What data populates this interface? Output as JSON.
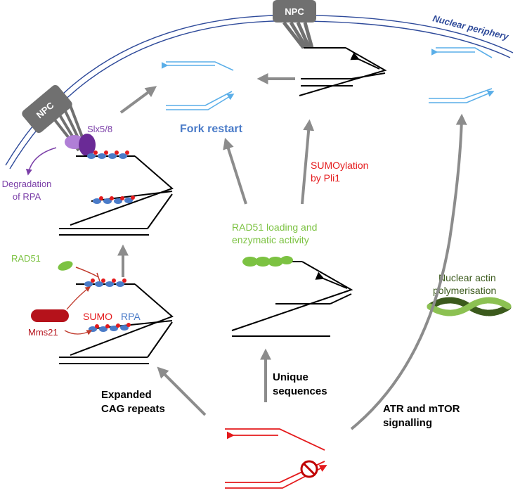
{
  "labels": {
    "nuclear_periphery": "Nuclear periphery",
    "npc_left": "NPC",
    "npc_top": "NPC",
    "slx": "Slx5/8",
    "degradation_line1": "Degradation",
    "degradation_line2": "of RPA",
    "fork_restart": "Fork restart",
    "sumoylation_line1": "SUMOylation",
    "sumoylation_line2": "by Pli1",
    "rad51_loading_line1": "RAD51 loading and",
    "rad51_loading_line2": "enzymatic activity",
    "rad51": "RAD51",
    "sumo": "SUMO",
    "rpa": "RPA",
    "mms21": "Mms21",
    "nuclear_actin_line1": "Nuclear actin",
    "nuclear_actin_line2": "polymerisation",
    "expanded_line1": "Expanded",
    "expanded_line2": "CAG repeats",
    "unique_line1": "Unique",
    "unique_line2": "sequences",
    "atr_line1": "ATR and mTOR",
    "atr_line2": "signalling"
  },
  "colors": {
    "periphery_blue": "#2e4a9a",
    "restart_blue": "#4a7bc8",
    "light_blue_dna": "#5aaee8",
    "purple": "#7b3fa8",
    "red": "#e41a1c",
    "dark_red": "#b5121b",
    "green": "#7cc242",
    "dark_green": "#3b5a1c",
    "grey_arrow": "#8c8c8c",
    "npc_grey": "#707070"
  }
}
